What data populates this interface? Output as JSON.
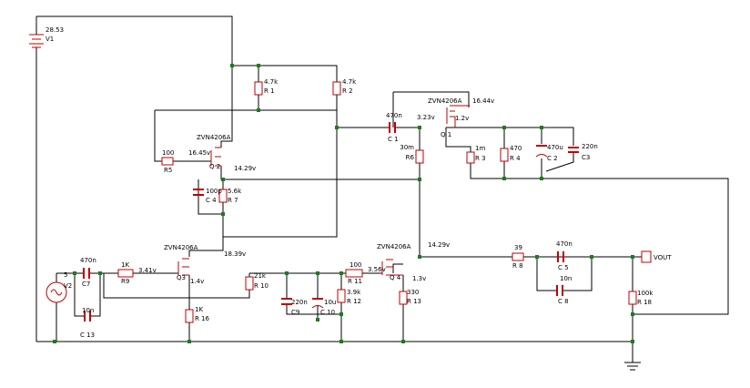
{
  "sources": {
    "V1": {
      "name": "V1",
      "value": "28.53"
    },
    "V2": {
      "name": "V2",
      "value": "5"
    }
  },
  "resistors": {
    "R1": {
      "name": "R 1",
      "value": "4.7k"
    },
    "R2": {
      "name": "R 2",
      "value": "4.7k"
    },
    "R3": {
      "name": "R 3",
      "value": "1m"
    },
    "R4": {
      "name": "R 4",
      "value": "470"
    },
    "R5": {
      "name": "R5",
      "value": "100"
    },
    "R6": {
      "name": "R6",
      "value": "30m"
    },
    "R7": {
      "name": "R 7",
      "value": "5.6k"
    },
    "R8": {
      "name": "R 8",
      "value": "39"
    },
    "R9": {
      "name": "R9",
      "value": "1K"
    },
    "R10": {
      "name": "R 10",
      "value": "21k"
    },
    "R11": {
      "name": "R 11",
      "value": "100"
    },
    "R12": {
      "name": "R 12",
      "value": "3.9k"
    },
    "R13": {
      "name": "R 13",
      "value": "330"
    },
    "R16": {
      "name": "R 16",
      "value": "1K"
    },
    "R18": {
      "name": "R 18",
      "value": "100k"
    }
  },
  "capacitors": {
    "C1": {
      "name": "C 1",
      "value": "470n"
    },
    "C2": {
      "name": "C 2",
      "value": "470u"
    },
    "C3": {
      "name": "C3",
      "value": "220n"
    },
    "C4": {
      "name": "C 4",
      "value": "100p"
    },
    "C5": {
      "name": "C 5",
      "value": "470n"
    },
    "C7": {
      "name": "C7",
      "value": "470n"
    },
    "C8": {
      "name": "C 8",
      "value": "10n"
    },
    "C9": {
      "name": "C9",
      "value": "220n"
    },
    "C10": {
      "name": "C 10",
      "value": "10u"
    },
    "C13": {
      "name": "C 13",
      "value": "10n"
    }
  },
  "transistors": {
    "Q1": {
      "name": "Q 1",
      "part": "ZVN4206A"
    },
    "Q2": {
      "name": "Q 2",
      "part": "ZVN4206A"
    },
    "Q3": {
      "name": "Q3",
      "part": "ZVN4206A"
    },
    "Q4": {
      "name": "Q 4",
      "part": "ZVN4206A"
    }
  },
  "voltages": {
    "q1_drain": "16.44v",
    "q1_gate": "3.23v",
    "q1_source": "1.2v",
    "q2_gate": "16.45v",
    "q2_source": "14.29v",
    "q3_drain": "18.39v",
    "q3_gate": "3.41v",
    "q3_source": "1.4v",
    "q4_gate": "3.56v",
    "q4_source": "1.3v",
    "output_node": "14.29v"
  },
  "output_label": "VOUT",
  "colors": {
    "wire": "#000000",
    "component": "#c00000",
    "junction": "#1e7a1e"
  }
}
